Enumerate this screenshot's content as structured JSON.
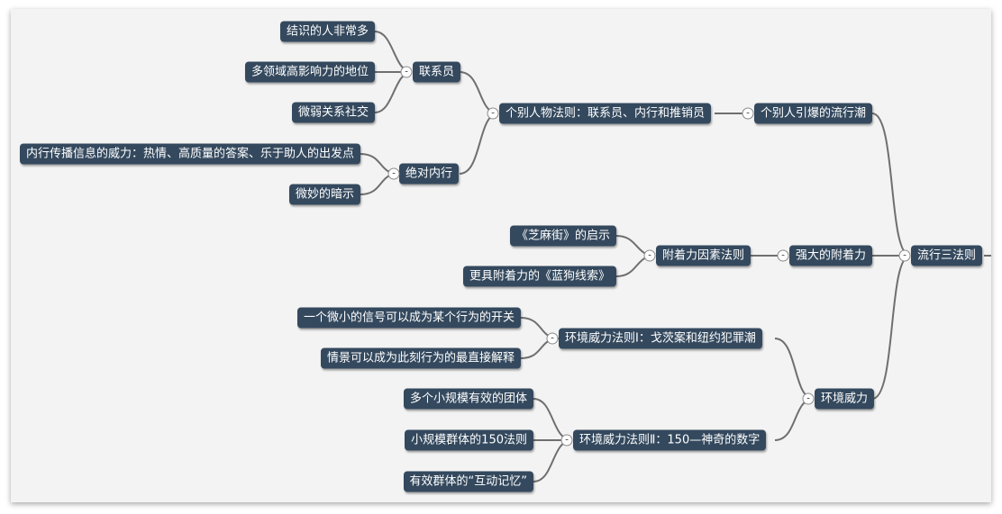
{
  "mindmap": {
    "root": "流行三法则",
    "toggle_symbol": "-",
    "branches": [
      {
        "label": "个别人引爆的流行潮",
        "children": [
          {
            "label": "个别人物法则：联系员、内行和推销员",
            "children": [
              {
                "label": "联系员",
                "children": [
                  "结识的人非常多",
                  "多领域高影响力的地位",
                  "微弱关系社交"
                ]
              },
              {
                "label": "绝对内行",
                "children": [
                  "内行传播信息的威力：热情、高质量的答案、乐于助人的出发点",
                  "微妙的暗示"
                ]
              }
            ]
          }
        ]
      },
      {
        "label": "强大的附着力",
        "children": [
          {
            "label": "附着力因素法则",
            "children": [
              "《芝麻街》的启示",
              "更具附着力的《蓝狗线索》"
            ]
          }
        ]
      },
      {
        "label": "环境威力",
        "children": [
          {
            "label": "环境威力法则Ⅰ：戈茨案和纽约犯罪潮",
            "children": [
              "一个微小的信号可以成为某个行为的开关",
              "情景可以成为此刻行为的最直接解释"
            ]
          },
          {
            "label": "环境威力法则Ⅱ：150—神奇的数字",
            "children": [
              "多个小规模有效的团体",
              "小规模群体的150法则",
              "有效群体的“互动记忆”"
            ]
          }
        ]
      }
    ]
  }
}
